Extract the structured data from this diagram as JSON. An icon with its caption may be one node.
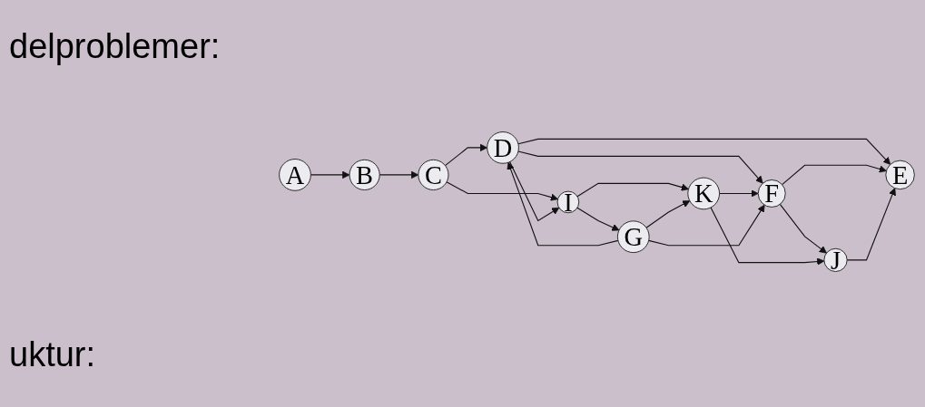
{
  "diagram": {
    "nodes": [
      {
        "text": [
          "A"
        ]
      },
      {
        "text": [
          "B"
        ]
      },
      {
        "text": [
          "C"
        ]
      },
      {
        "text": [
          "D"
        ]
      },
      {
        "text": [
          "E"
        ]
      },
      {
        "text": [
          "F"
        ]
      },
      {
        "text": [
          "G"
        ]
      },
      {
        "text": [
          "I"
        ]
      },
      {
        "text": [
          "J"
        ]
      },
      {
        "text": [
          "K"
        ]
      }
    ],
    "edges": [
      {
        "from": 0,
        "to": 1,
        "arrow": "to"
      },
      {
        "from": 1,
        "to": 2,
        "arrow": "to"
      },
      {
        "from": 2,
        "to": 3,
        "arrow": "to"
      },
      {
        "from": 2,
        "to": 7,
        "arrow": "to"
      },
      {
        "from": 3,
        "to": 4,
        "arrow": "to"
      },
      {
        "from": 3,
        "to": 5,
        "arrow": "to"
      },
      {
        "from": 3,
        "to": 7,
        "arrow": "to"
      },
      {
        "from": 5,
        "to": 4,
        "arrow": "to"
      },
      {
        "from": 8,
        "to": 4,
        "arrow": "to"
      },
      {
        "from": 5,
        "to": 8,
        "arrow": "to"
      },
      {
        "from": 9,
        "to": 8,
        "arrow": "to"
      },
      {
        "from": 9,
        "to": 5,
        "arrow": "to"
      },
      {
        "from": 7,
        "to": 9,
        "arrow": "to"
      },
      {
        "from": 7,
        "to": 6,
        "arrow": "to"
      },
      {
        "from": 6,
        "to": 3,
        "arrow": "to"
      },
      {
        "from": 6,
        "to": 5,
        "arrow": "to"
      },
      {
        "from": 6,
        "to": 9,
        "arrow": "to"
      }
    ],
    "labels": [
      "delproblemer:",
      "uktur:"
    ]
  }
}
